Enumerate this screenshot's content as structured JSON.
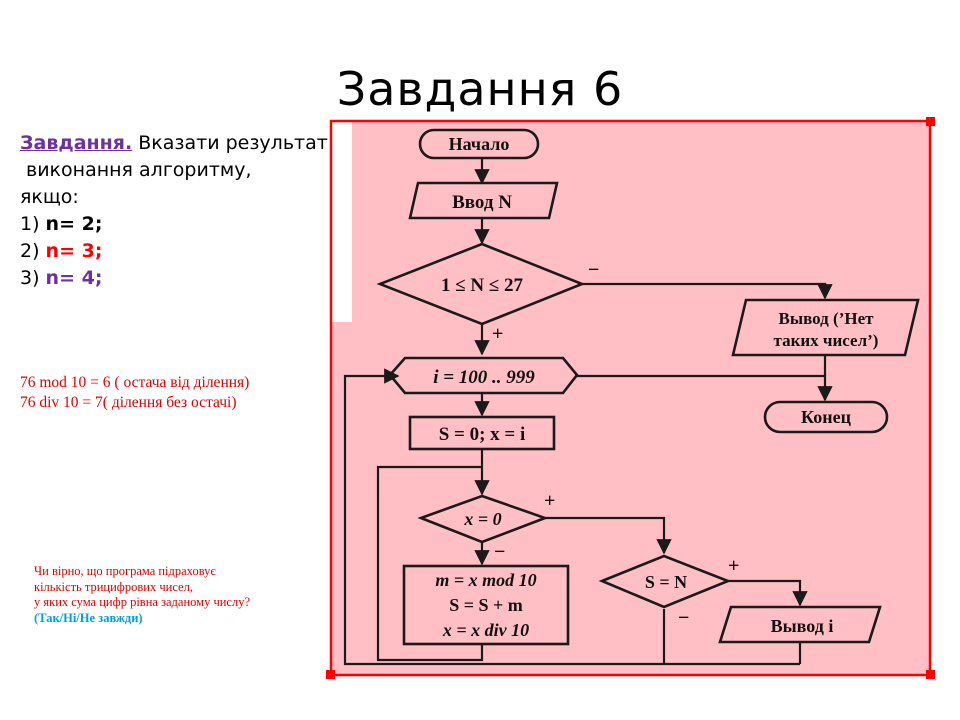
{
  "slide": {
    "title": "Завдання 6"
  },
  "task": {
    "heading": "Завдання.",
    "text_line1": " Вказати результат",
    "text_line2": "виконання алгоритму,",
    "text_line3": "якщо:",
    "case1_prefix": "1) ",
    "case1_value": "n= 2;",
    "case2_prefix": "2) ",
    "case2_value": "n= 3;",
    "case3_prefix": "3) ",
    "case3_value": "n= 4;"
  },
  "mod_note": {
    "line1": "76 mod 10 = 6 ( остача від ділення)",
    "line2": "76 div 10 = 7( ділення без остачі)"
  },
  "question": {
    "line1": "Чи вірно, що  програма підраховує",
    "line2": "кількість трицифрових чисел,",
    "line3": "у яких сума цифр рівна заданому числу?",
    "options": "(Так/Ні/Не завжди)"
  },
  "flowchart": {
    "start": "Начало",
    "input": "Ввод N",
    "condition_range": "1 ≤ N ≤ 27",
    "output_none_line1": "Вывод (’Нет",
    "output_none_line2": "таких чисел’)",
    "loop": "i = 100 .. 999",
    "end": "Конец",
    "init": "S = 0; x = i",
    "condition_x": "x = 0",
    "body_line1": "m = x mod 10",
    "body_line2": "S = S + m",
    "body_line3": "x = x div 10",
    "condition_s": "S = N",
    "output_i": "Вывод i",
    "label_plus_range": "+",
    "label_minus_range": "−",
    "label_plus_x": "+",
    "label_minus_x": "−",
    "label_plus_s": "+",
    "label_minus_s": "−"
  },
  "colors": {
    "highlight_fill": "#ffbfc4",
    "selection_border": "#ff0000",
    "heading": "#7030a0",
    "accent_red": "#ff0000",
    "options_text": "#00a0e0"
  }
}
